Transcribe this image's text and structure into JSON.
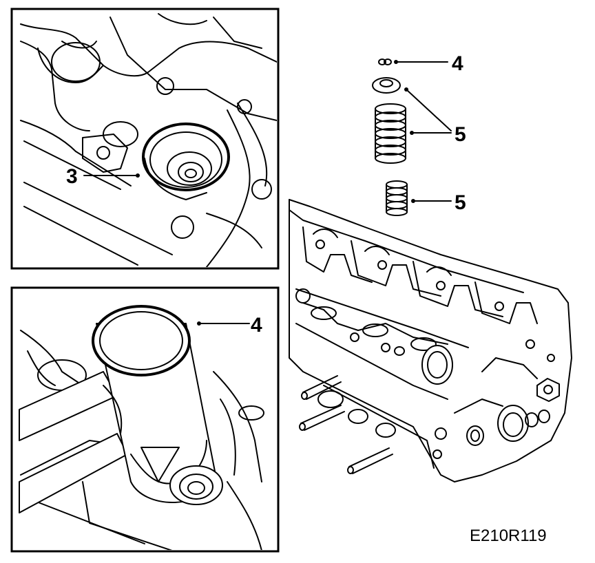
{
  "figure": {
    "id_code": "E210R119"
  },
  "callouts": {
    "panel_top_item": "3",
    "panel_bottom_item": "4",
    "exploded_keepers": "4",
    "exploded_springs_upper": "5",
    "exploded_springs_lower": "5"
  },
  "parts_shown": [
    "valve-keeper-icon",
    "valve-spring-cap-icon",
    "outer-valve-spring-icon",
    "inner-valve-spring-icon",
    "cylinder-head-icon",
    "valve-stem-seal-icon",
    "seal-installer-tool-icon"
  ]
}
